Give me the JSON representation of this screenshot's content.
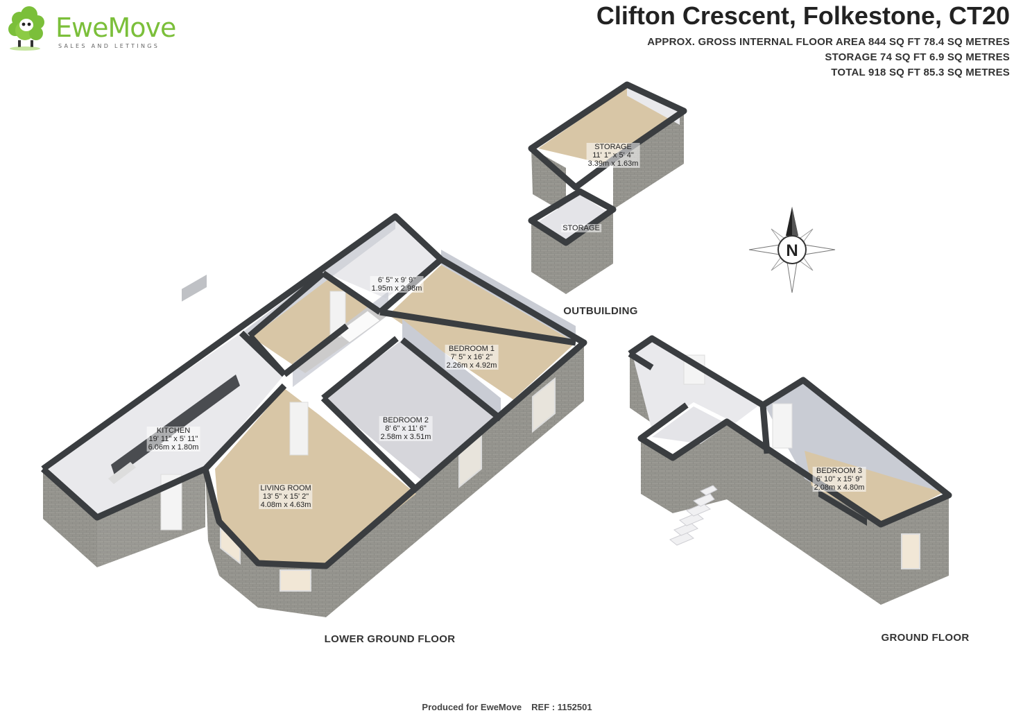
{
  "brand": {
    "name": "EweMove",
    "tagline": "SALES AND LETTINGS",
    "colors": {
      "green": "#7bbf3a",
      "wall": "#3a3d40",
      "brick": "#8a8a86",
      "floor": "#d8c6a6",
      "inner_wall": "#c9ccd4"
    }
  },
  "header": {
    "title": "Clifton Crescent, Folkestone, CT20",
    "area_lines": [
      "APPROX. GROSS INTERNAL FLOOR AREA 844 SQ FT 78.4 SQ METRES",
      "STORAGE 74 SQ FT 6.9 SQ METRES",
      "TOTAL 918 SQ FT 85.3 SQ METRES"
    ]
  },
  "rooms": {
    "storage_1": {
      "name": "STORAGE",
      "imperial": "11' 1\" x 5' 4\"",
      "metric": "3.39m x 1.63m"
    },
    "storage_2": {
      "name": "STORAGE"
    },
    "hall": {
      "imperial": "6' 5\" x 9' 9\"",
      "metric": "1.95m x 2.98m"
    },
    "bedroom_1": {
      "name": "BEDROOM 1",
      "imperial": "7' 5\" x 16' 2\"",
      "metric": "2.26m x 4.92m"
    },
    "bedroom_2": {
      "name": "BEDROOM 2",
      "imperial": "8' 6\" x 11' 6\"",
      "metric": "2.58m x 3.51m"
    },
    "kitchen": {
      "name": "KITCHEN",
      "imperial": "19' 11\" x 5' 11\"",
      "metric": "6.06m x 1.80m"
    },
    "living_room": {
      "name": "LIVING ROOM",
      "imperial": "13' 5\" x 15' 2\"",
      "metric": "4.08m x 4.63m"
    },
    "bedroom_3": {
      "name": "BEDROOM 3",
      "imperial": "6' 10\" x 15' 9\"",
      "metric": "2.08m x 4.80m"
    }
  },
  "floors": {
    "outbuilding": "OUTBUILDING",
    "lower_ground": "LOWER GROUND FLOOR",
    "ground": "GROUND FLOOR"
  },
  "compass": {
    "letter": "N"
  },
  "footer": {
    "produced": "Produced for EweMove",
    "ref": "REF : 1152501"
  }
}
